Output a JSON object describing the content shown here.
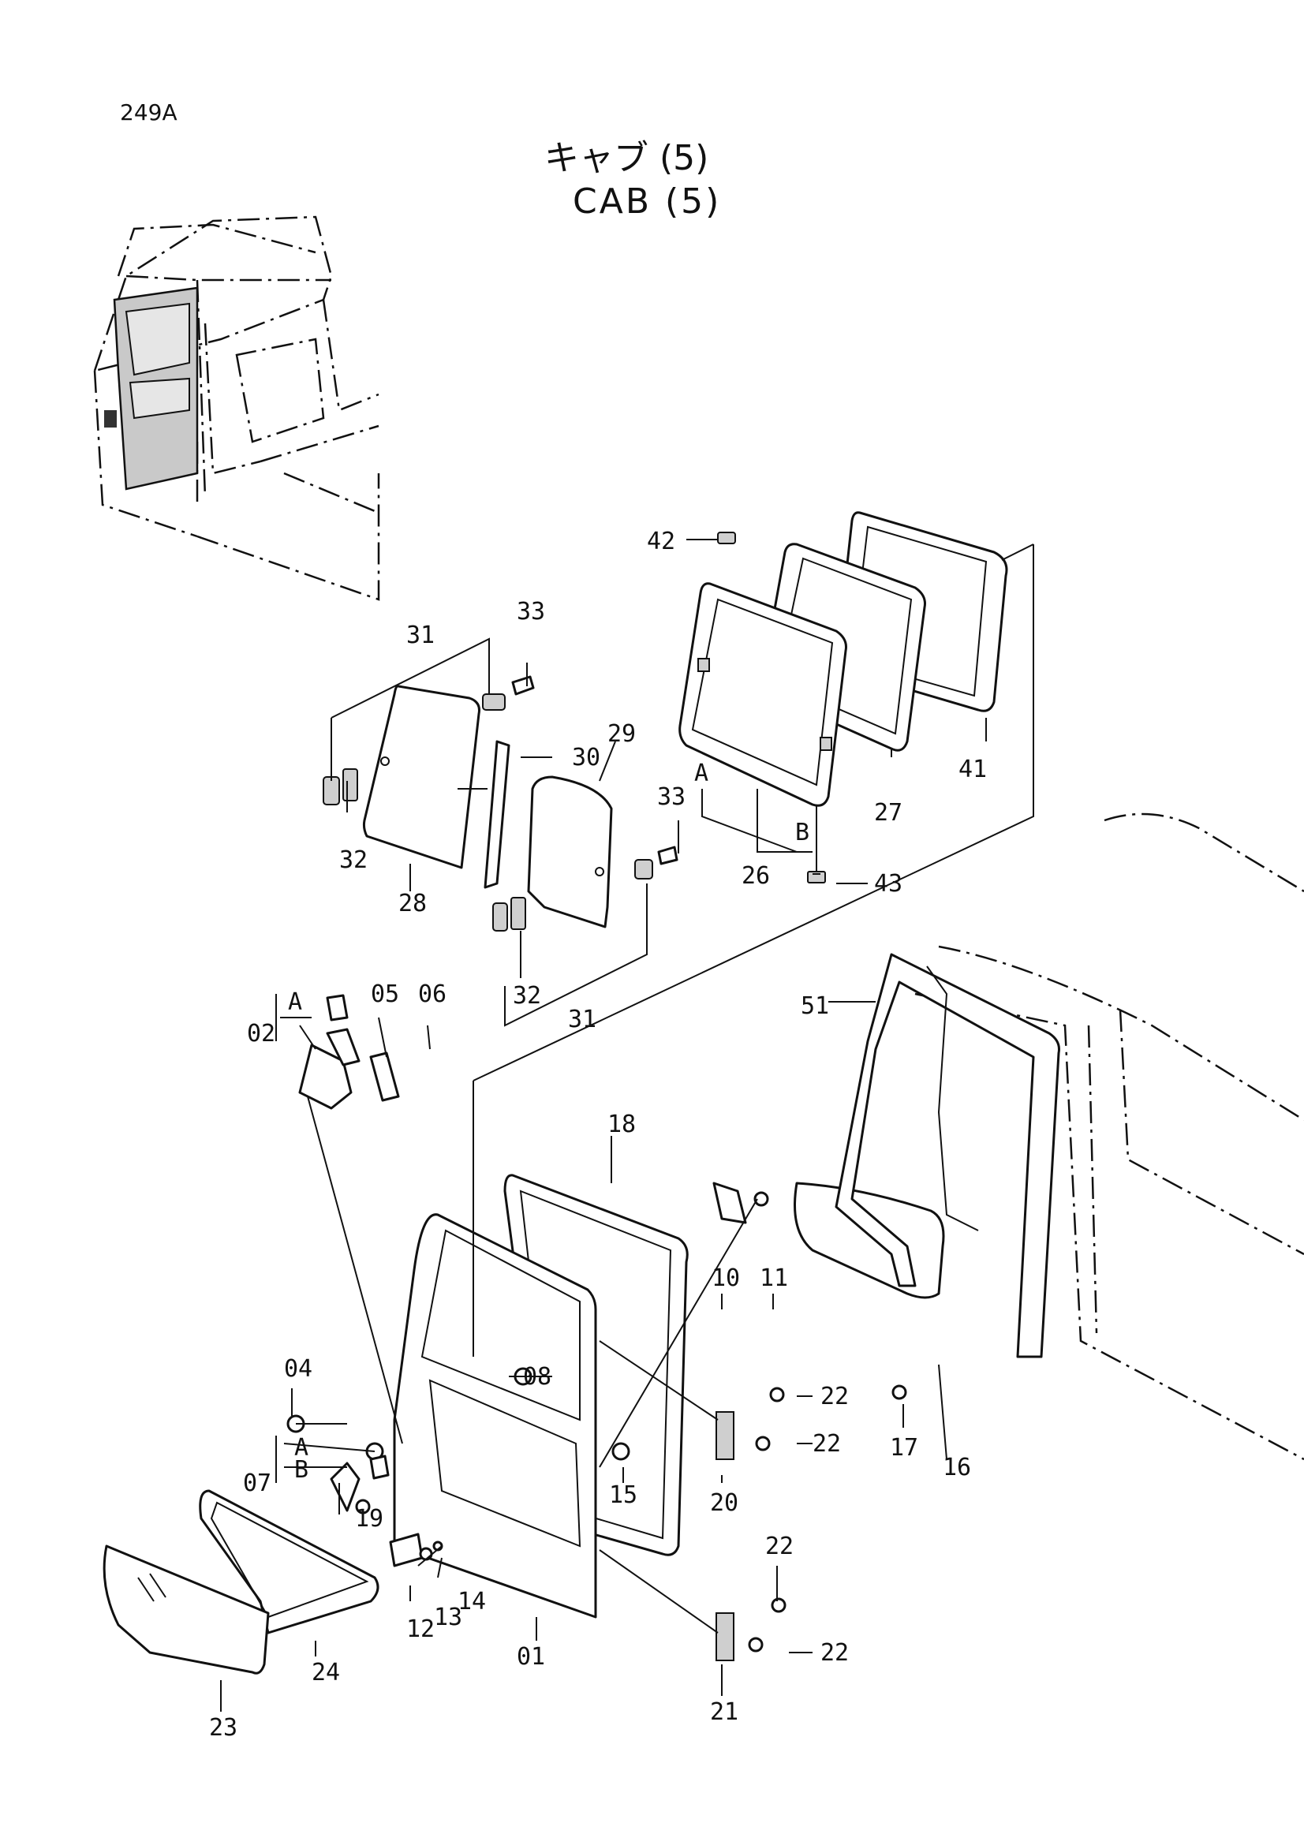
{
  "header": {
    "page_code": "249A",
    "title_jp": "キャブ (5)",
    "title_en": "CAB (5)"
  },
  "callouts": {
    "c01": "01",
    "c02": "02",
    "c04": "04",
    "c05": "05",
    "c06": "06",
    "c07": "07",
    "c08": "08",
    "c10": "10",
    "c11": "11",
    "c12": "12",
    "c13": "13",
    "c14": "14",
    "c15": "15",
    "c16": "16",
    "c17": "17",
    "c18": "18",
    "c19": "19",
    "c20": "20",
    "c21": "21",
    "c22a": "22",
    "c22b": "22",
    "c22c": "22",
    "c22d": "22",
    "c23": "23",
    "c24": "24",
    "c26": "26",
    "c27": "27",
    "c28": "28",
    "c29": "29",
    "c30": "30",
    "c31a": "31",
    "c31b": "31",
    "c32a": "32",
    "c32b": "32",
    "c33a": "33",
    "c33b": "33",
    "c41": "41",
    "c42": "42",
    "c43": "43",
    "c51": "51"
  },
  "markers": {
    "a_window": "A",
    "b_window": "B",
    "a_latch": "A",
    "a_handle": "A",
    "b_handle": "B"
  }
}
